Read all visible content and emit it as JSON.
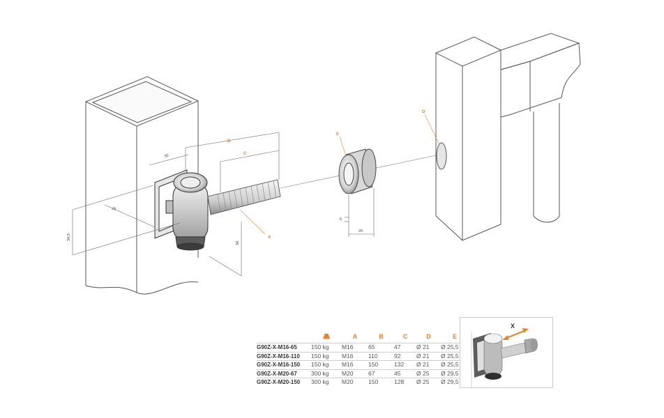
{
  "drawing": {
    "callouts": {
      "a": "A",
      "b": "B",
      "c": "C",
      "d": "D",
      "e": "E"
    },
    "dimensions": {
      "d30": "30",
      "d25": "25",
      "d34_5": "34,5",
      "d34": "34",
      "d5": "5",
      "d20": "20"
    }
  },
  "spec_table": {
    "headers": [
      "",
      "",
      "A",
      "B",
      "C",
      "D",
      "E"
    ],
    "weight_icon": "weight-icon",
    "rows": [
      {
        "model": "G90Z-X-M16-65",
        "load": "150 kg",
        "a": "M16",
        "b": "65",
        "c": "47",
        "d": "Ø 21",
        "e": "Ø 25,5"
      },
      {
        "model": "G90Z-X-M16-110",
        "load": "150 kg",
        "a": "M16",
        "b": "110",
        "c": "92",
        "d": "Ø 21",
        "e": "Ø 25,5"
      },
      {
        "model": "G90Z-X-M16-150",
        "load": "150 kg",
        "a": "M16",
        "b": "150",
        "c": "132",
        "d": "Ø 21",
        "e": "Ø 25,5"
      },
      {
        "model": "G90Z-X-M20-67",
        "load": "300 kg",
        "a": "M20",
        "b": "67",
        "c": "45",
        "d": "Ø 25",
        "e": "Ø 29,5"
      },
      {
        "model": "G90Z-X-M20-150",
        "load": "300 kg",
        "a": "M20",
        "b": "150",
        "c": "128",
        "d": "Ø 25",
        "e": "Ø 29,5"
      }
    ]
  },
  "inset": {
    "label": "X"
  },
  "colors": {
    "accent": "#e8852a",
    "line": "#555555",
    "metal": "#d8d8d8",
    "hinge_dark": "#3b3b3b"
  }
}
